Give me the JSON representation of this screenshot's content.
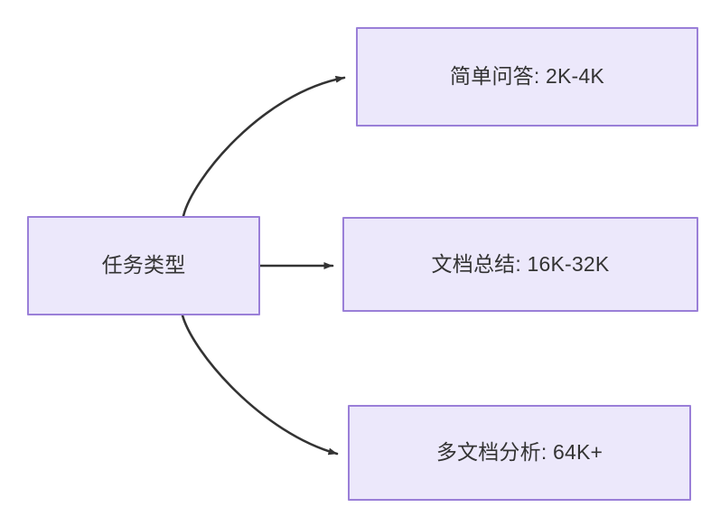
{
  "diagram": {
    "type": "flowchart",
    "direction": "left-to-right",
    "background_color": "#ffffff",
    "node_fill_color": "#ece8fb",
    "node_border_color": "#9a7fd8",
    "node_text_color": "#333333",
    "edge_color": "#333333",
    "root": {
      "id": "root",
      "label": "任务类型"
    },
    "branches": [
      {
        "id": "simple-qa",
        "label": "简单问答: 2K-4K",
        "task": "简单问答",
        "context_length": "2K-4K",
        "edge_style": "curved"
      },
      {
        "id": "doc-summary",
        "label": "文档总结: 16K-32K",
        "task": "文档总结",
        "context_length": "16K-32K",
        "edge_style": "straight"
      },
      {
        "id": "multi-doc",
        "label": "多文档分析: 64K+",
        "task": "多文档分析",
        "context_length": "64K+",
        "edge_style": "curved"
      }
    ],
    "edges": [
      {
        "from": "root",
        "to": "simple-qa",
        "arrow": "arrowhead-icon"
      },
      {
        "from": "root",
        "to": "doc-summary",
        "arrow": "arrowhead-icon"
      },
      {
        "from": "root",
        "to": "multi-doc",
        "arrow": "arrowhead-icon"
      }
    ]
  }
}
